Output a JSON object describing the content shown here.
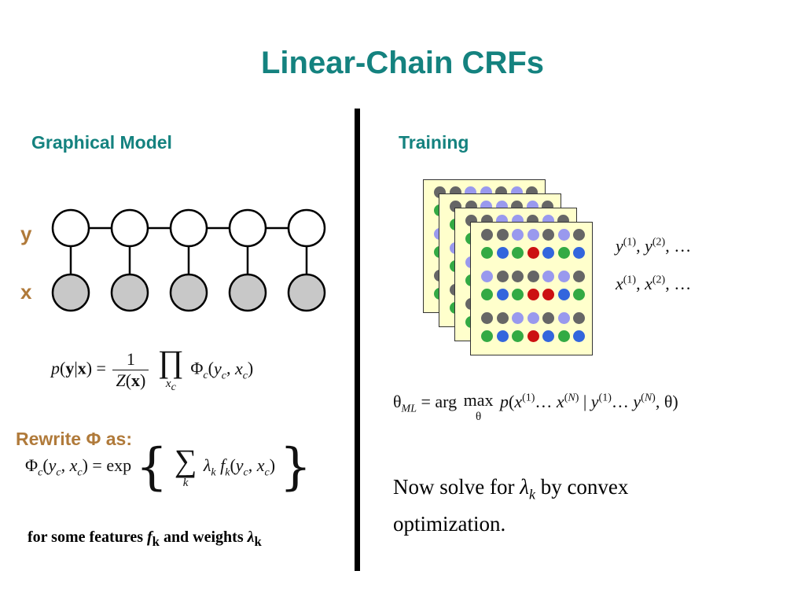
{
  "slide": {
    "title": "Linear-Chain CRFs"
  },
  "left_panel": {
    "heading": "Graphical Model",
    "y_label": "y",
    "x_label": "x",
    "node_count": 5,
    "colors": {
      "y_node_fill": "#ffffff",
      "x_node_fill": "#c8c8c8"
    },
    "rewrite_label": "Rewrite Φ as:",
    "features_note": {
      "part1": "for some features ",
      "f": "f",
      "k1": "k",
      "part2": " and weights ",
      "lambda": "λ",
      "k2": "k"
    }
  },
  "right_panel": {
    "heading": "Training",
    "seq_y": "y",
    "seq_x": "x",
    "sup1": "(1)",
    "sup2": "(2)",
    "ellipsis": ", …",
    "sep": ", ",
    "solve_text": {
      "part1": "Now solve for ",
      "lambda": "λ",
      "k": "k",
      "part2": " by convex optimization."
    },
    "card_colors": {
      "background": "#ffffcc",
      "border": "#333333",
      "gray": "#666666",
      "lavender": "#9999ee",
      "green": "#33aa44",
      "blue": "#3366dd",
      "red": "#cc1111"
    },
    "card_grid": [
      [
        "gray",
        "gray",
        "lavender",
        "lavender",
        "gray",
        "lavender",
        "gray"
      ],
      [
        "green",
        "blue",
        "green",
        "red",
        "blue",
        "green",
        "blue"
      ],
      [
        "lavender",
        "gray",
        "gray",
        "gray",
        "lavender",
        "lavender",
        "gray"
      ],
      [
        "green",
        "blue",
        "green",
        "red",
        "red",
        "blue",
        "green"
      ],
      [
        "gray",
        "gray",
        "lavender",
        "lavender",
        "gray",
        "lavender",
        "gray"
      ],
      [
        "green",
        "blue",
        "green",
        "red",
        "blue",
        "green",
        "blue"
      ]
    ]
  }
}
